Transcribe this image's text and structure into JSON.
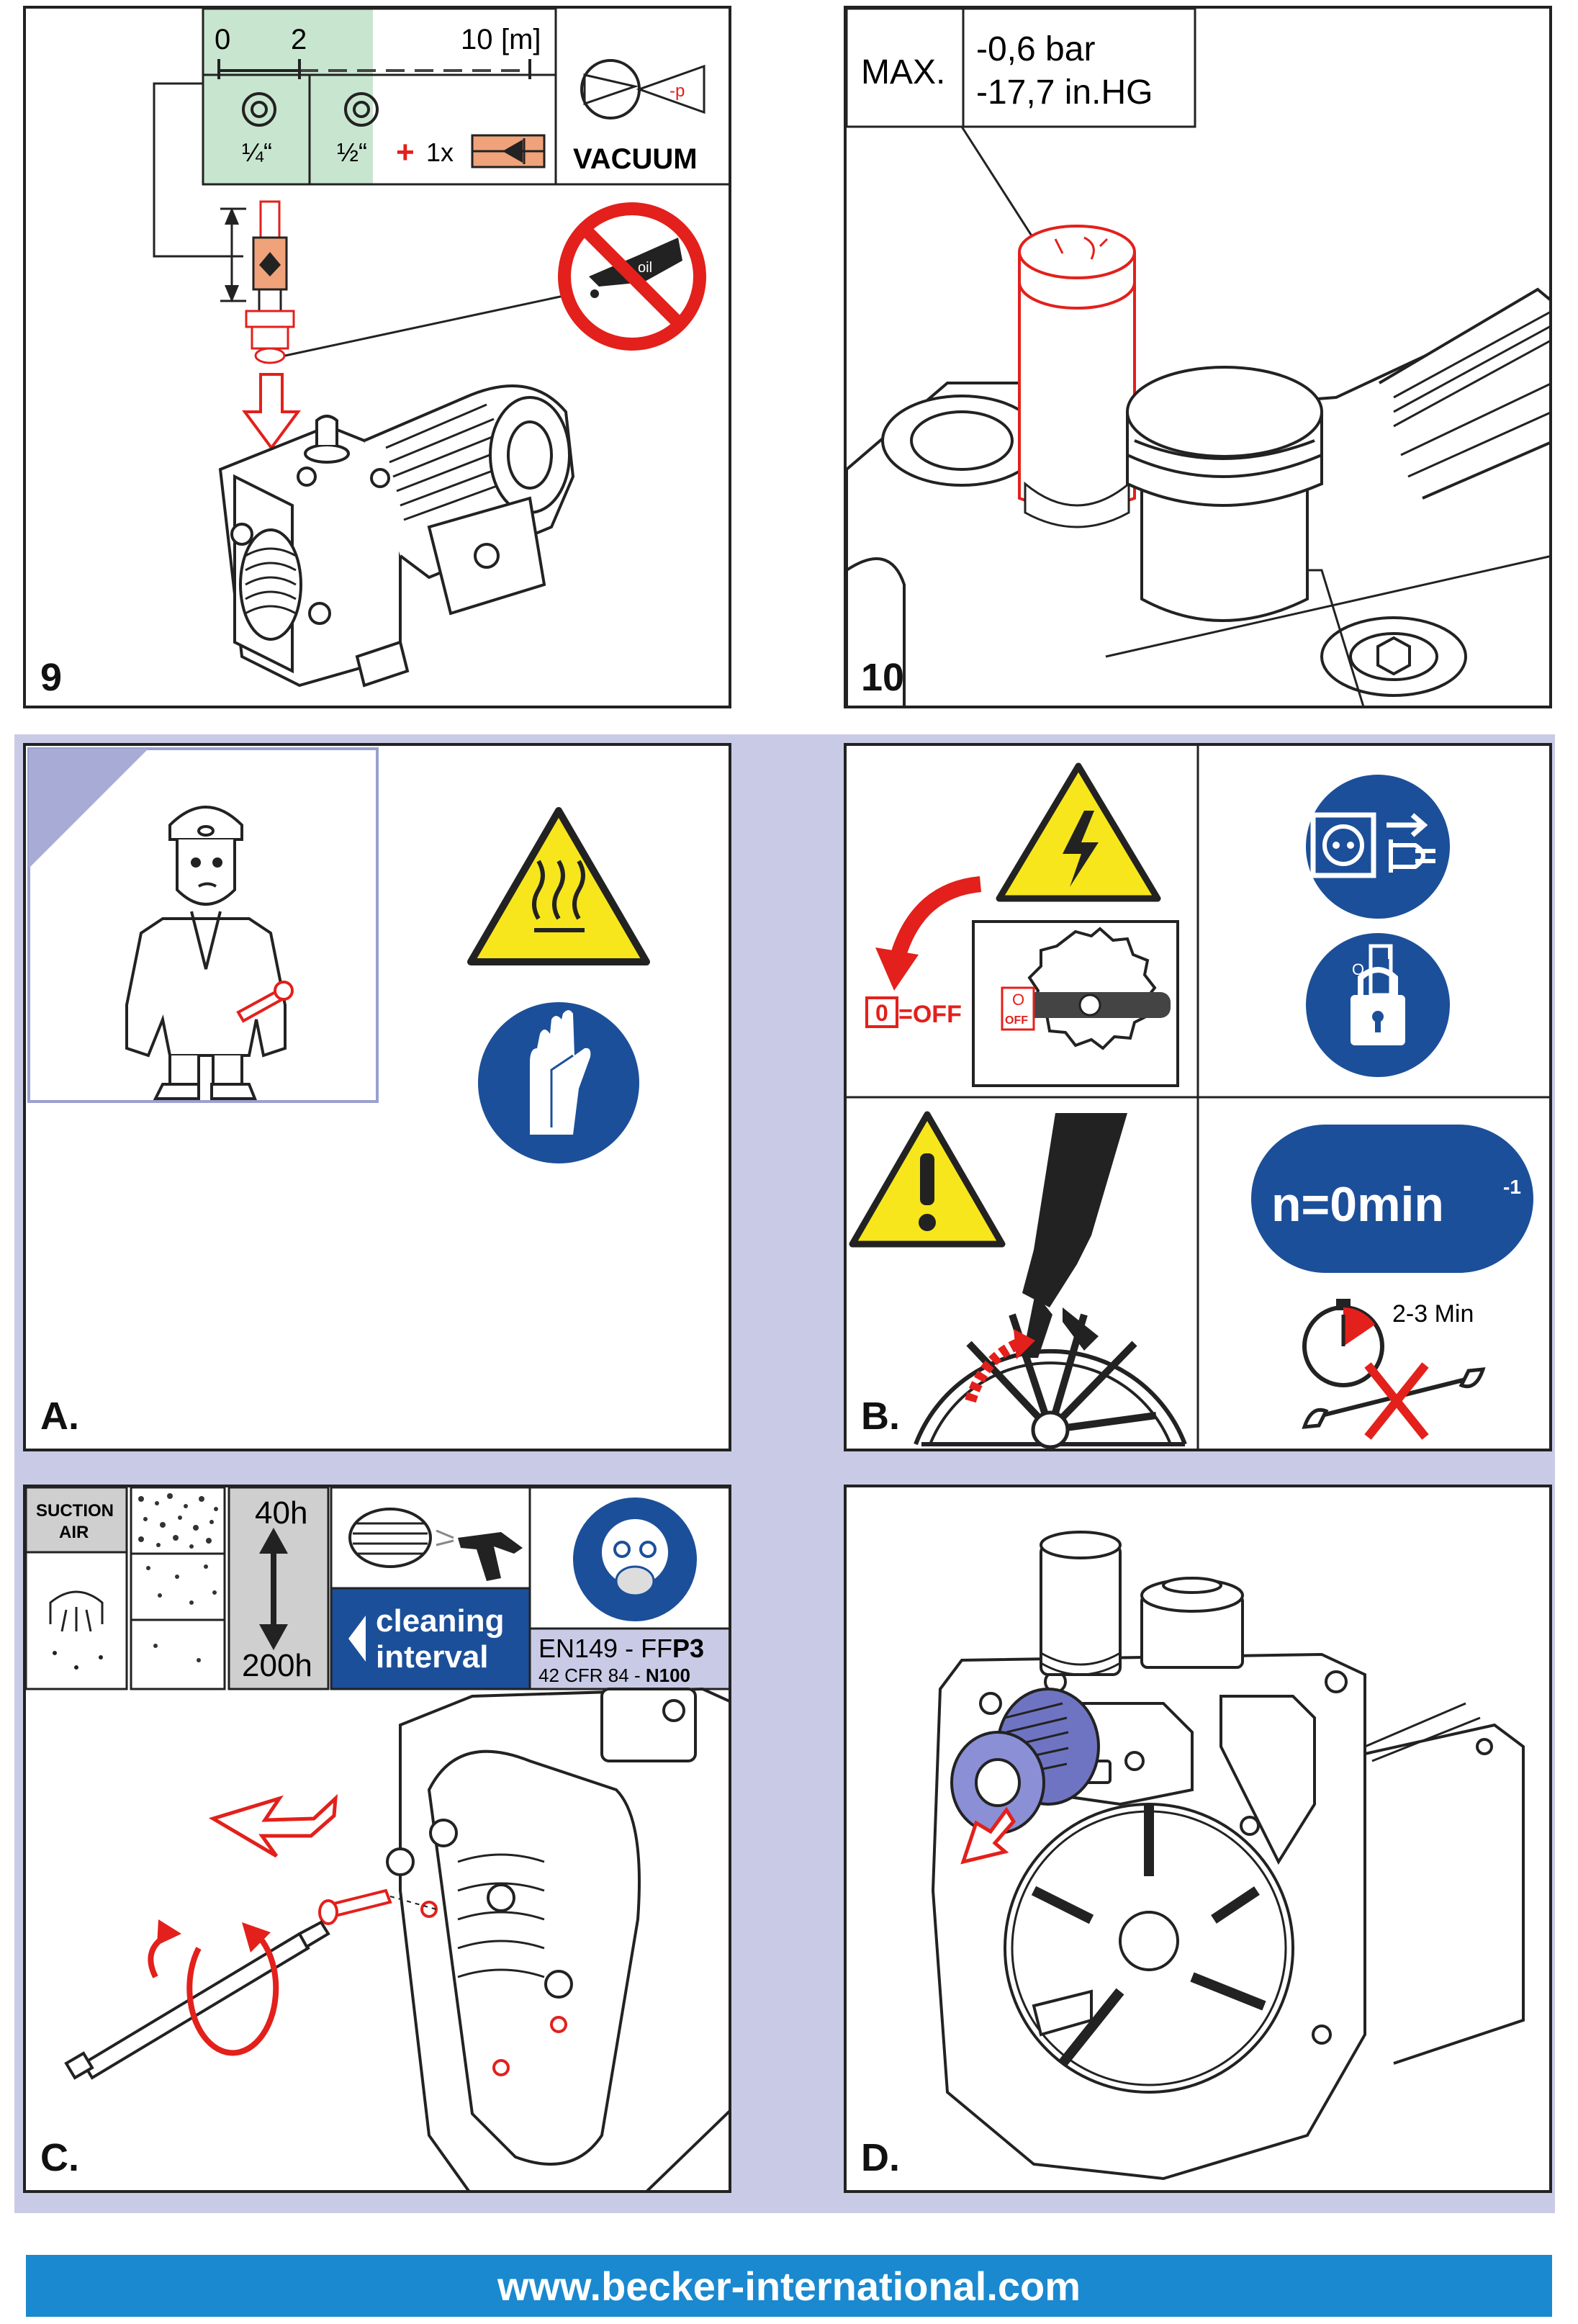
{
  "panel9": {
    "number": "9",
    "scale_0": "0",
    "scale_2": "2",
    "scale_10": "10",
    "scale_unit": "[m]",
    "fitting_quarter": "¼“",
    "fitting_half": "½“",
    "plus": "+",
    "times_one": "1x",
    "pump_minus_p": "-p",
    "vacuum_label": "VACUUM",
    "oil_label": "oil"
  },
  "panel10": {
    "number": "10",
    "max_label": "MAX.",
    "bar_value": "-0,6 bar",
    "inhg_value": "-17,7 in.HG"
  },
  "panelA": {
    "letter": "A."
  },
  "panelB": {
    "letter": "B.",
    "off_zero": "0",
    "off_text": "=OFF",
    "switch_o": "O",
    "switch_off": "OFF",
    "lock_i": "I",
    "lock_o": "O",
    "speed_label": "n=0min",
    "speed_exp": "-1",
    "wait_time": "2-3 Min"
  },
  "panelC": {
    "letter": "C.",
    "suction_air_1": "SUCTION",
    "suction_air_2": "AIR",
    "hours_40": "40h",
    "hours_200": "200h",
    "cleaning_1": "cleaning",
    "cleaning_2": "interval",
    "mask_standard_prefix": "EN149 - FF",
    "mask_standard_class": "P3",
    "mask_cfr_prefix": "42 CFR 84 - ",
    "mask_cfr_class": "N100"
  },
  "panelD": {
    "letter": "D."
  },
  "footer": {
    "url": "www.becker-international.com"
  },
  "colors": {
    "safety_blue": "#1c4f99",
    "warning_yellow": "#f7e61c",
    "warning_red": "#e3201b",
    "footer_blue": "#1a89cf",
    "band_lavender": "#c9cbe6",
    "green_zone": "#c8e5d0",
    "orange_valve": "#f0a27a",
    "filter_purple": "#8a8fd6"
  }
}
